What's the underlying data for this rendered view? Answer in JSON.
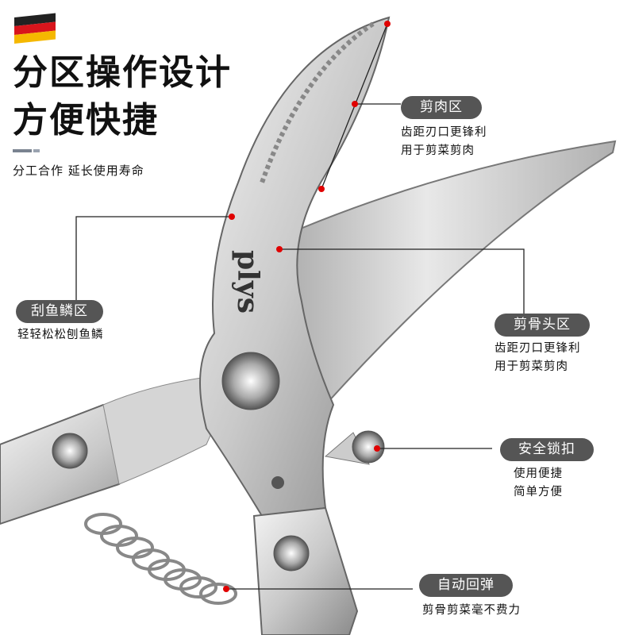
{
  "brand": "plys",
  "headline": {
    "line1": "分区操作设计",
    "line2": "方便快捷",
    "subtitle": "分工合作 延长使用寿命"
  },
  "features": [
    {
      "label": "剪肉区",
      "desc": [
        "齿距刃口更锋利",
        "用于剪菜剪肉"
      ]
    },
    {
      "label": "刮鱼鳞区",
      "desc": [
        "轻轻松松刨鱼鳞"
      ]
    },
    {
      "label": "剪骨头区",
      "desc": [
        "齿距刃口更锋利",
        "用于剪菜剪肉"
      ]
    },
    {
      "label": "安全锁扣",
      "desc": [
        "使用便捷",
        "简单方便"
      ]
    },
    {
      "label": "自动回弹",
      "desc": [
        "剪骨剪菜毫不费力"
      ]
    }
  ],
  "colors": {
    "pill": "#555555",
    "marker": "#e00000",
    "text": "#111111"
  }
}
